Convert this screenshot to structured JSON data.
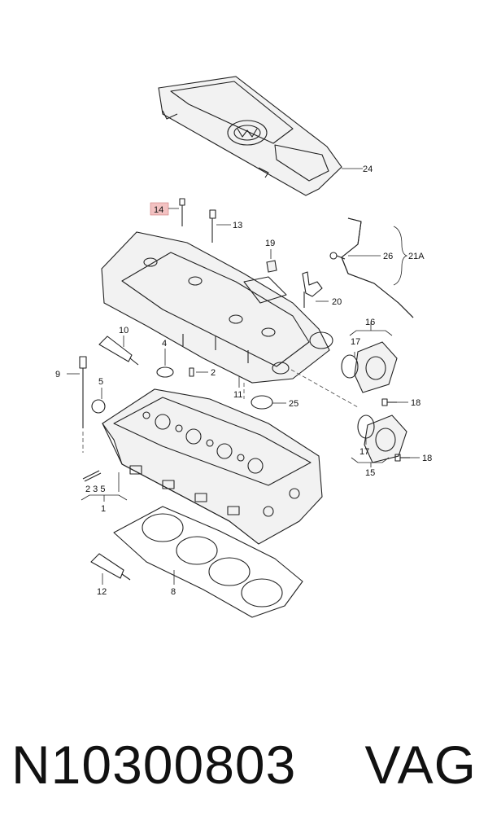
{
  "callouts": {
    "c1": "1",
    "c2": "2",
    "c4": "4",
    "c5": "5",
    "c8": "8",
    "c9": "9",
    "c10": "10",
    "c11": "11",
    "c12": "12",
    "c13": "13",
    "c14": "14",
    "c15": "15",
    "c16": "16",
    "c17a": "17",
    "c17b": "17",
    "c18a": "18",
    "c18b": "18",
    "c19": "19",
    "c20": "20",
    "c21A": "21A",
    "c24": "24",
    "c25": "25",
    "c26": "26",
    "c235": "2 3 5"
  },
  "highlight_color": "#f3c2c2",
  "caption": {
    "part_number": "N10300803",
    "brand": "VAG"
  }
}
